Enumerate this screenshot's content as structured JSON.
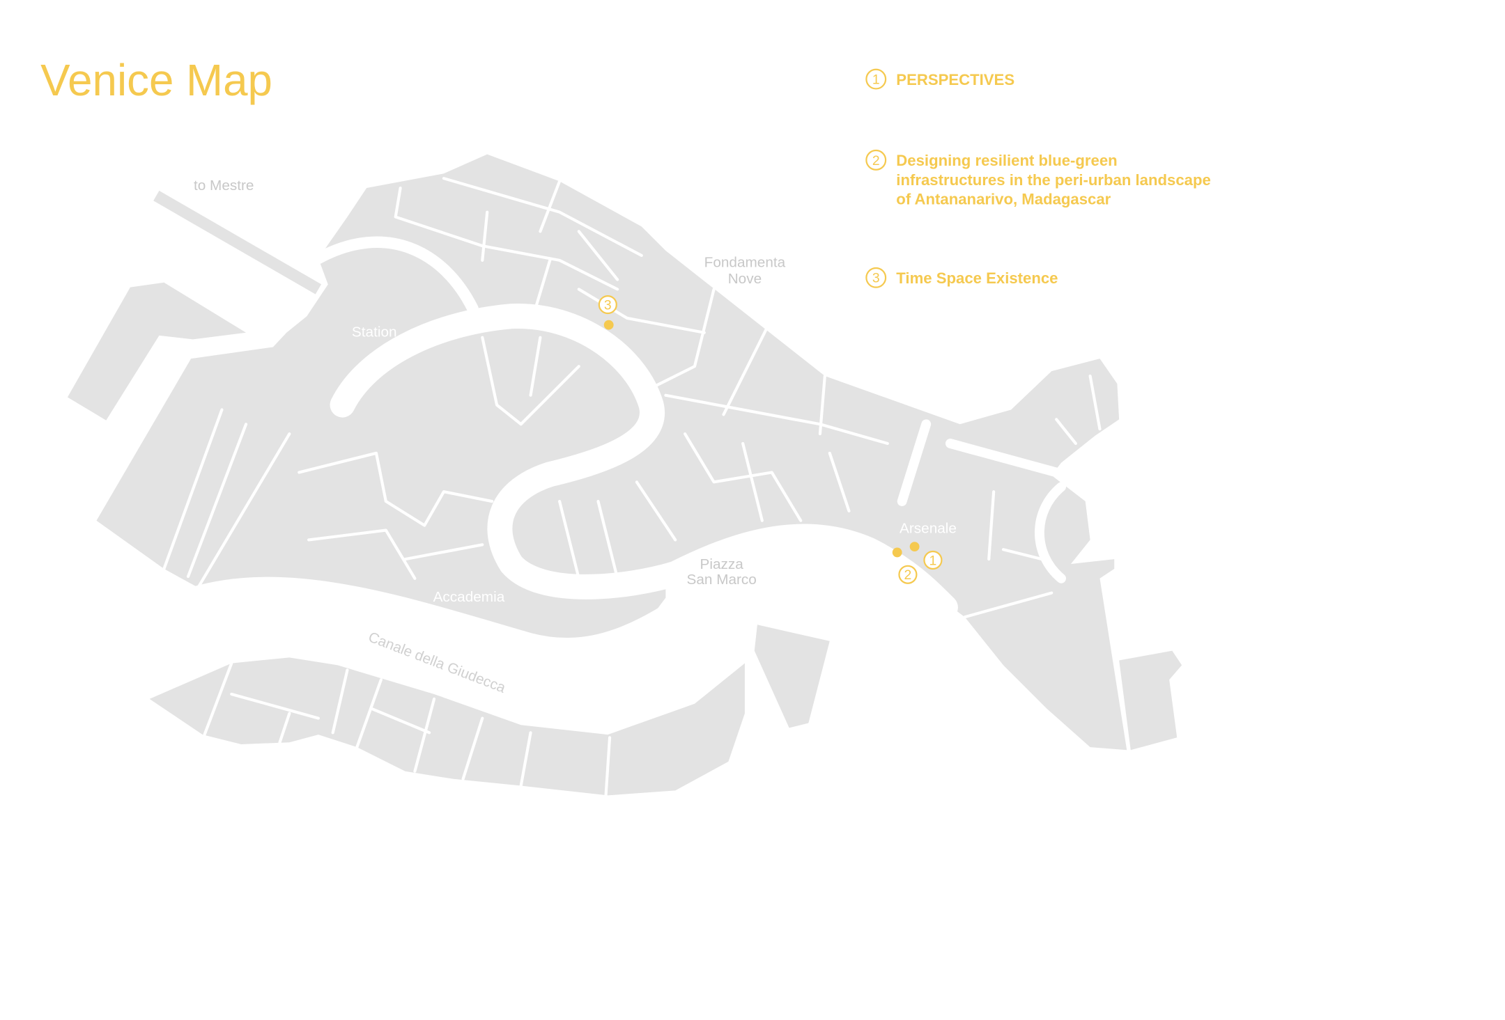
{
  "title": "Venice Map",
  "legend": [
    {
      "number": "1",
      "lines": [
        "PERSPECTIVES"
      ]
    },
    {
      "number": "2",
      "lines": [
        "Designing resilient blue-green",
        "infrastructures in the peri-urban landscape",
        "of Antananarivo, Madagascar"
      ]
    },
    {
      "number": "3",
      "lines": [
        "Time Space Existence"
      ]
    }
  ],
  "map_labels": {
    "mestre": "to Mestre",
    "station": "Station",
    "fondamenta": [
      "Fondamenta",
      "Nove"
    ],
    "accademia": "Accademia",
    "san_marco": [
      "Piazza",
      "San Marco"
    ],
    "arsenale": "Arsenale",
    "giudecca_canal": "Canale della Giudecca"
  },
  "markers": [
    {
      "number": "1"
    },
    {
      "number": "2"
    },
    {
      "number": "3"
    }
  ],
  "colors": {
    "accent": "#f5c94f",
    "land": "#e3e3e3",
    "label_dark": "#c8c8c8",
    "label_light": "#ffffff"
  }
}
